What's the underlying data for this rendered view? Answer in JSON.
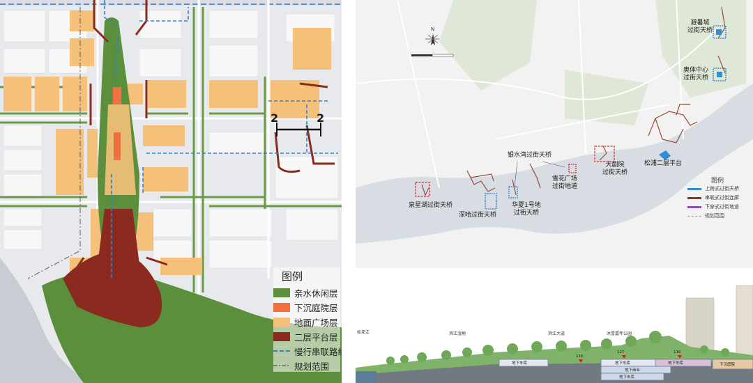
{
  "left_map": {
    "legend": {
      "title": "图例",
      "items": [
        {
          "label": "亲水休闲层",
          "color": "#5b8f3b",
          "style": "fill"
        },
        {
          "label": "下沉庭院层",
          "color": "#f07040",
          "style": "fill"
        },
        {
          "label": "地面广场层",
          "color": "#f5c07a",
          "style": "fill"
        },
        {
          "label": "二层平台层",
          "color": "#8b2a1e",
          "style": "fill"
        },
        {
          "label": "慢行串联路线",
          "color": "#3b7fc4",
          "style": "dashed"
        },
        {
          "label": "规划范围",
          "color": "#5a5a5a",
          "style": "dashdot"
        }
      ]
    },
    "section_markers": [
      "2",
      "2"
    ]
  },
  "right_map": {
    "labels": {
      "bishucheng": "避暑城\n过街天桥",
      "aoti": "奥体中心\n过街天桥",
      "yinshuiwan": "银水湾过街天桥",
      "dajuyuan": "大剧院\n过街天桥",
      "songpu": "松浦二层平台",
      "xuehua": "雪花广场\n过街地道",
      "huaxia": "华夏1号地\n过街天桥",
      "shenha": "深哈过街天桥",
      "quanxinghu": "泉星湖过街天桥"
    },
    "legend": {
      "title": "图例",
      "items": [
        {
          "label": "上跨式过街天桥",
          "color": "#2f8fd8"
        },
        {
          "label": "串联式过街连廊",
          "color": "#8b3a2a"
        },
        {
          "label": "下穿式过街地道",
          "color": "#8a50b0"
        },
        {
          "label": "规划范围",
          "color": "#9a9a9a"
        }
      ]
    },
    "compass": "N"
  },
  "section": {
    "labels": {
      "songhuajiang": "松花江",
      "binjiang_shidi": "滨江湿地",
      "binjiang_dadao": "滨江大道",
      "bingxue_park": "冰雪嘉年公园",
      "elev1": "116",
      "elev2": "127",
      "elev3": "116",
      "dixia_chewu": "地下车库",
      "dixia_shangye": "地下商业",
      "xiachen_tingyuan": "下沉庭院",
      "dixia_chewu2": "地下车库",
      "dixia_chewu3": "地下车库",
      "dixia_chewu4": "地下车库"
    }
  }
}
